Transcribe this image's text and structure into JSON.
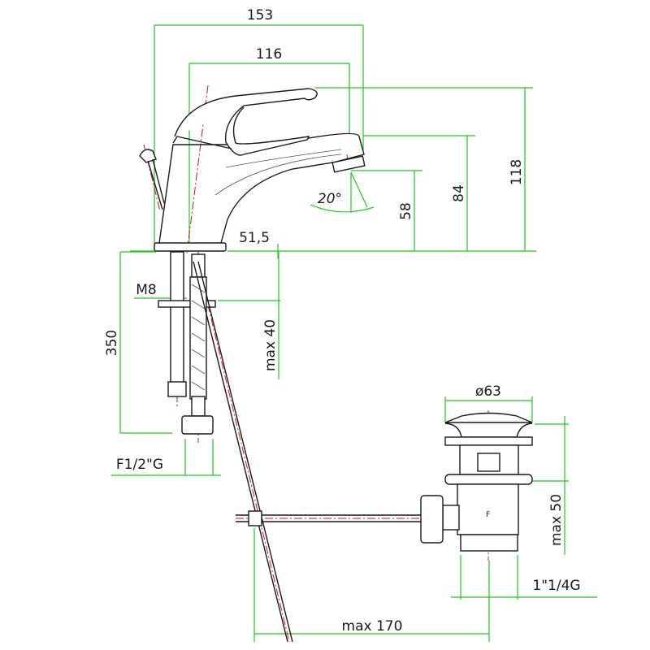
{
  "dimensions": {
    "overall_width": "153",
    "spout_reach": "116",
    "overall_height": "118",
    "spout_height": "84",
    "outlet_height": "58",
    "base_offset": "51,5",
    "spout_angle": "20°",
    "hose_length": "350",
    "stud_thread": "M8",
    "max_deck_thickness": "max 40",
    "hose_connection": "F1/2\"G",
    "waste_diameter": "ø63",
    "waste_max_depth": "max 50",
    "waste_thread": "1\"1/4G",
    "rod_max_reach": "max 170"
  },
  "colors": {
    "dimension": "#1ec81e",
    "centerline": "#e01010",
    "outline": "#1a1a1a"
  }
}
